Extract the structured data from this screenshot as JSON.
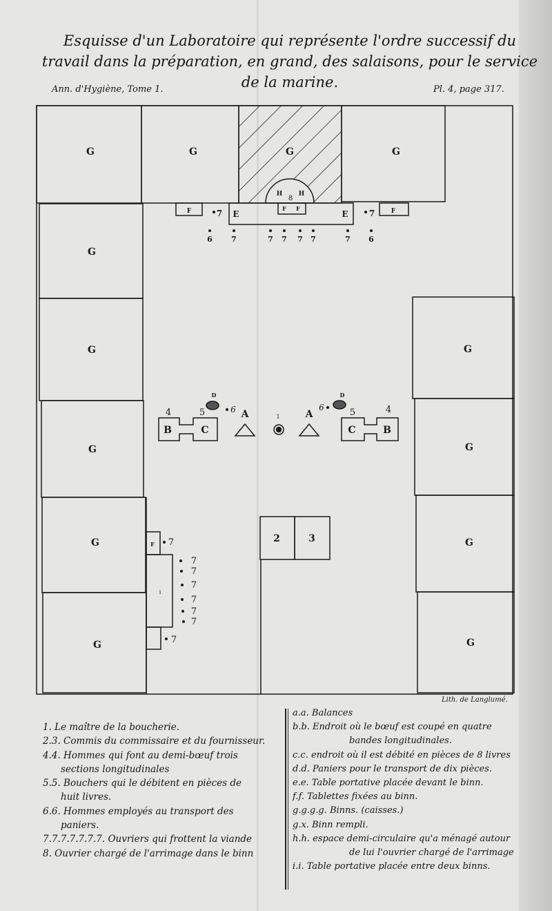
{
  "title": "Esquisse d'un Laboratoire qui représente l'ordre successif du travail dans la préparation, en grand, des salaisons, pour le service de la marine.",
  "source": "Ann. d'Hygiène, Tome 1.",
  "plate": "Pl. 4, page 317.",
  "credit": "Lith. de Langlumé.",
  "labels": {
    "G": "G",
    "E": "E",
    "F": "F",
    "H": "H",
    "B": "B",
    "C": "C",
    "A": "A",
    "D": "D",
    "n1": "1",
    "n2": "2",
    "n3": "3",
    "n4": "4",
    "n5": "5",
    "n6": "6",
    "n7": "7",
    "n8": "8",
    "i": "i"
  },
  "legend_left": [
    "1. Le maître de la boucherie.",
    "2.3. Commis du commissaire et du fournisseur.",
    "4.4. Hommes qui font au demi-bœuf trois",
    "sections longitudinales",
    "5.5. Bouchers qui le débitent en pièces de",
    "huit livres.",
    "6.6. Hommes employés au transport des",
    "paniers.",
    "7.7.7.7.7.7.7. Ouvriers qui frottent la viande",
    "8. Ouvrier chargé de l'arrimage dans le binn"
  ],
  "legend_right": [
    "a.a. Balances",
    "b.b. Endroit où le bœuf est coupé en quatre",
    "bandes longitudinales.",
    "c.c. endroit où il est débité en pièces de 8 livres",
    "d.d. Paniers pour le transport de dix pièces.",
    "e.e. Table portative placée devant le binn.",
    "f.f. Tablettes fixées au binn.",
    "g.g.g.g. Binns. (caisses.)",
    "g.x. Binn rempli.",
    "h.h. espace demi-circulaire qu'a ménagé autour",
    "de lui l'ouvrier chargé de l'arrimage",
    "i.i. Table portative placée entre deux binns."
  ]
}
